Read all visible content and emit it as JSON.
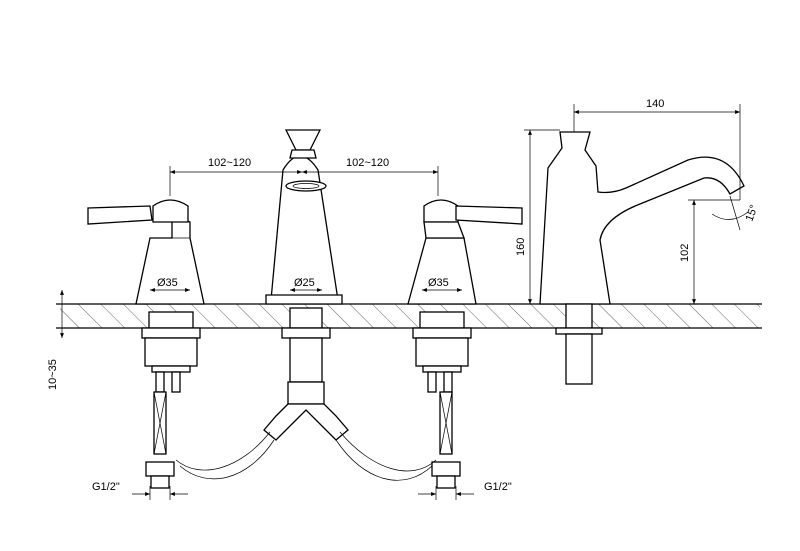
{
  "dimensions": {
    "spacing_left": "102~120",
    "spacing_right": "102~120",
    "diameter_left": "Ø35",
    "diameter_center": "Ø25",
    "diameter_right": "Ø35",
    "reach": "140",
    "height": "160",
    "spout_height": "102",
    "angle": "15°",
    "deck_thickness": "10~35",
    "connection_left": "G1/2\"",
    "connection_right": "G1/2\""
  },
  "colors": {
    "line": "#000000",
    "background": "#ffffff"
  }
}
